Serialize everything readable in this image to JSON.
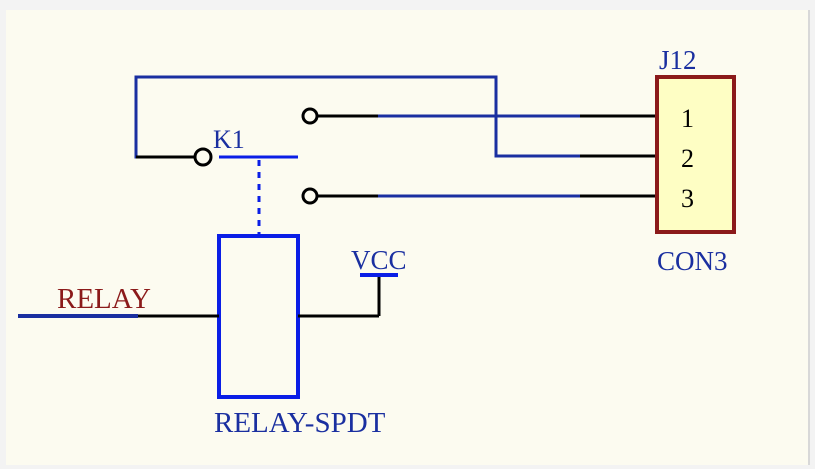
{
  "labels": {
    "relay_designator": "K1",
    "relay_part": "RELAY-SPDT",
    "net_relay": "RELAY",
    "power": "VCC",
    "connector_designator": "J12",
    "connector_part": "CON3"
  },
  "connector_pins": [
    "1",
    "2",
    "3"
  ],
  "colors": {
    "background": "#fcfbf0",
    "frame": "#f3f3f3",
    "wire_blue": "#1a2fa0",
    "wire_black": "#000000",
    "component_blue": "#0a1ee6",
    "connector_border": "#8b1a1a",
    "connector_fill": "#fefec4",
    "net_label": "#8b1a1a",
    "text_blue": "#1a2fa0"
  }
}
